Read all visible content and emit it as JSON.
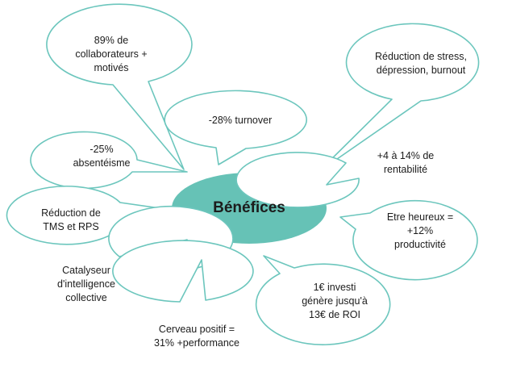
{
  "colors": {
    "outline": "#6cc6bd",
    "center_fill": "#66c2b6"
  },
  "center": {
    "label": "Bénéfices"
  },
  "bubbles": [
    {
      "lines": [
        "89% de",
        "collaborateurs +",
        "motivés"
      ]
    },
    {
      "lines": [
        "-28% turnover"
      ]
    },
    {
      "lines": [
        "Réduction de stress,",
        "dépression, burnout"
      ]
    },
    {
      "lines": [
        "-25%",
        "absentéisme"
      ]
    },
    {
      "lines": [
        "+4 à 14% de",
        "rentabilité"
      ]
    },
    {
      "lines": [
        "Réduction de",
        "TMS et RPS"
      ]
    },
    {
      "lines": [
        "Etre heureux =",
        "+12%",
        "productivité"
      ]
    },
    {
      "lines": [
        "Catalyseur",
        "d'intelligence",
        "collective"
      ]
    },
    {
      "lines": [
        "1€ investi",
        "génère jusqu'à",
        "13€ de ROI"
      ]
    },
    {
      "lines": [
        "Cerveau positif =",
        "31% +performance"
      ]
    }
  ]
}
